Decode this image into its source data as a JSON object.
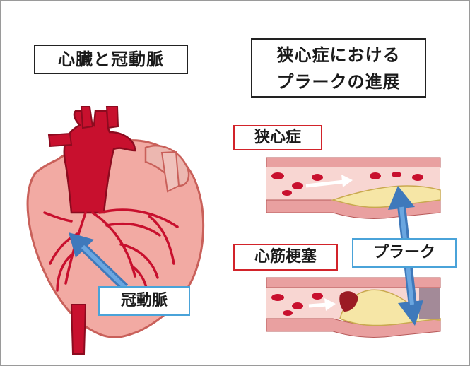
{
  "titles": {
    "heart": "心臓と冠動脈",
    "plaque_line1": "狭心症における",
    "plaque_line2": "プラークの進展"
  },
  "labels": {
    "angina": "狭心症",
    "infarction": "心筋梗塞",
    "plaque": "プラーク",
    "coronary": "冠動脈"
  },
  "colors": {
    "frame": "#9a9a9a",
    "black_border": "#222222",
    "red_border": "#d2232a",
    "blue_border": "#4aa3d9",
    "heart_body": "#f2a9a3",
    "artery": "#c8102e",
    "vessel_wall": "#e58a8a",
    "plaque_fill": "#f6e7a8",
    "arrow_blue": "#4b87c8"
  },
  "icons": {
    "heart": "heart-illustration-icon",
    "vessel_angina": "narrowed-artery-icon",
    "vessel_infarction": "blocked-artery-icon",
    "pointer_arrow": "blue-pointer-arrow-icon",
    "double_arrow": "double-headed-arrow-icon",
    "blood_flow": "blood-flow-arrow-icon"
  }
}
